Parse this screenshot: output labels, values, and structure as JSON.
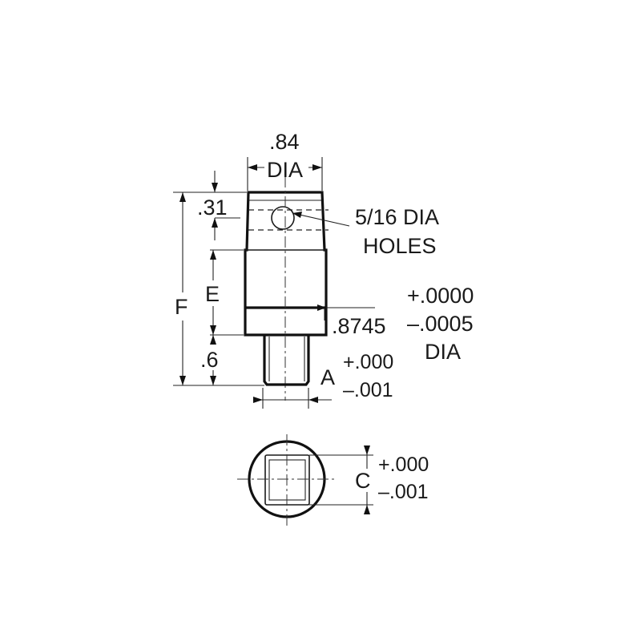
{
  "labels": {
    "top_dia_value": ".84",
    "top_dia_unit": "DIA",
    "dim_31": ".31",
    "holes_line1": "5/16 DIA",
    "holes_line2": "HOLES",
    "dim_f": "F",
    "dim_e": "E",
    "tol_plus_4": "+.0000",
    "shaft_dia": ".8745",
    "tol_minus_4": "–.0005",
    "shaft_dia_unit": "DIA",
    "dim_6": ".6",
    "dim_a": "A",
    "tol_a_plus": "+.000",
    "tol_a_minus": "–.001",
    "dim_c": "C",
    "tol_c_plus": "+.000",
    "tol_c_minus": "–.001"
  }
}
